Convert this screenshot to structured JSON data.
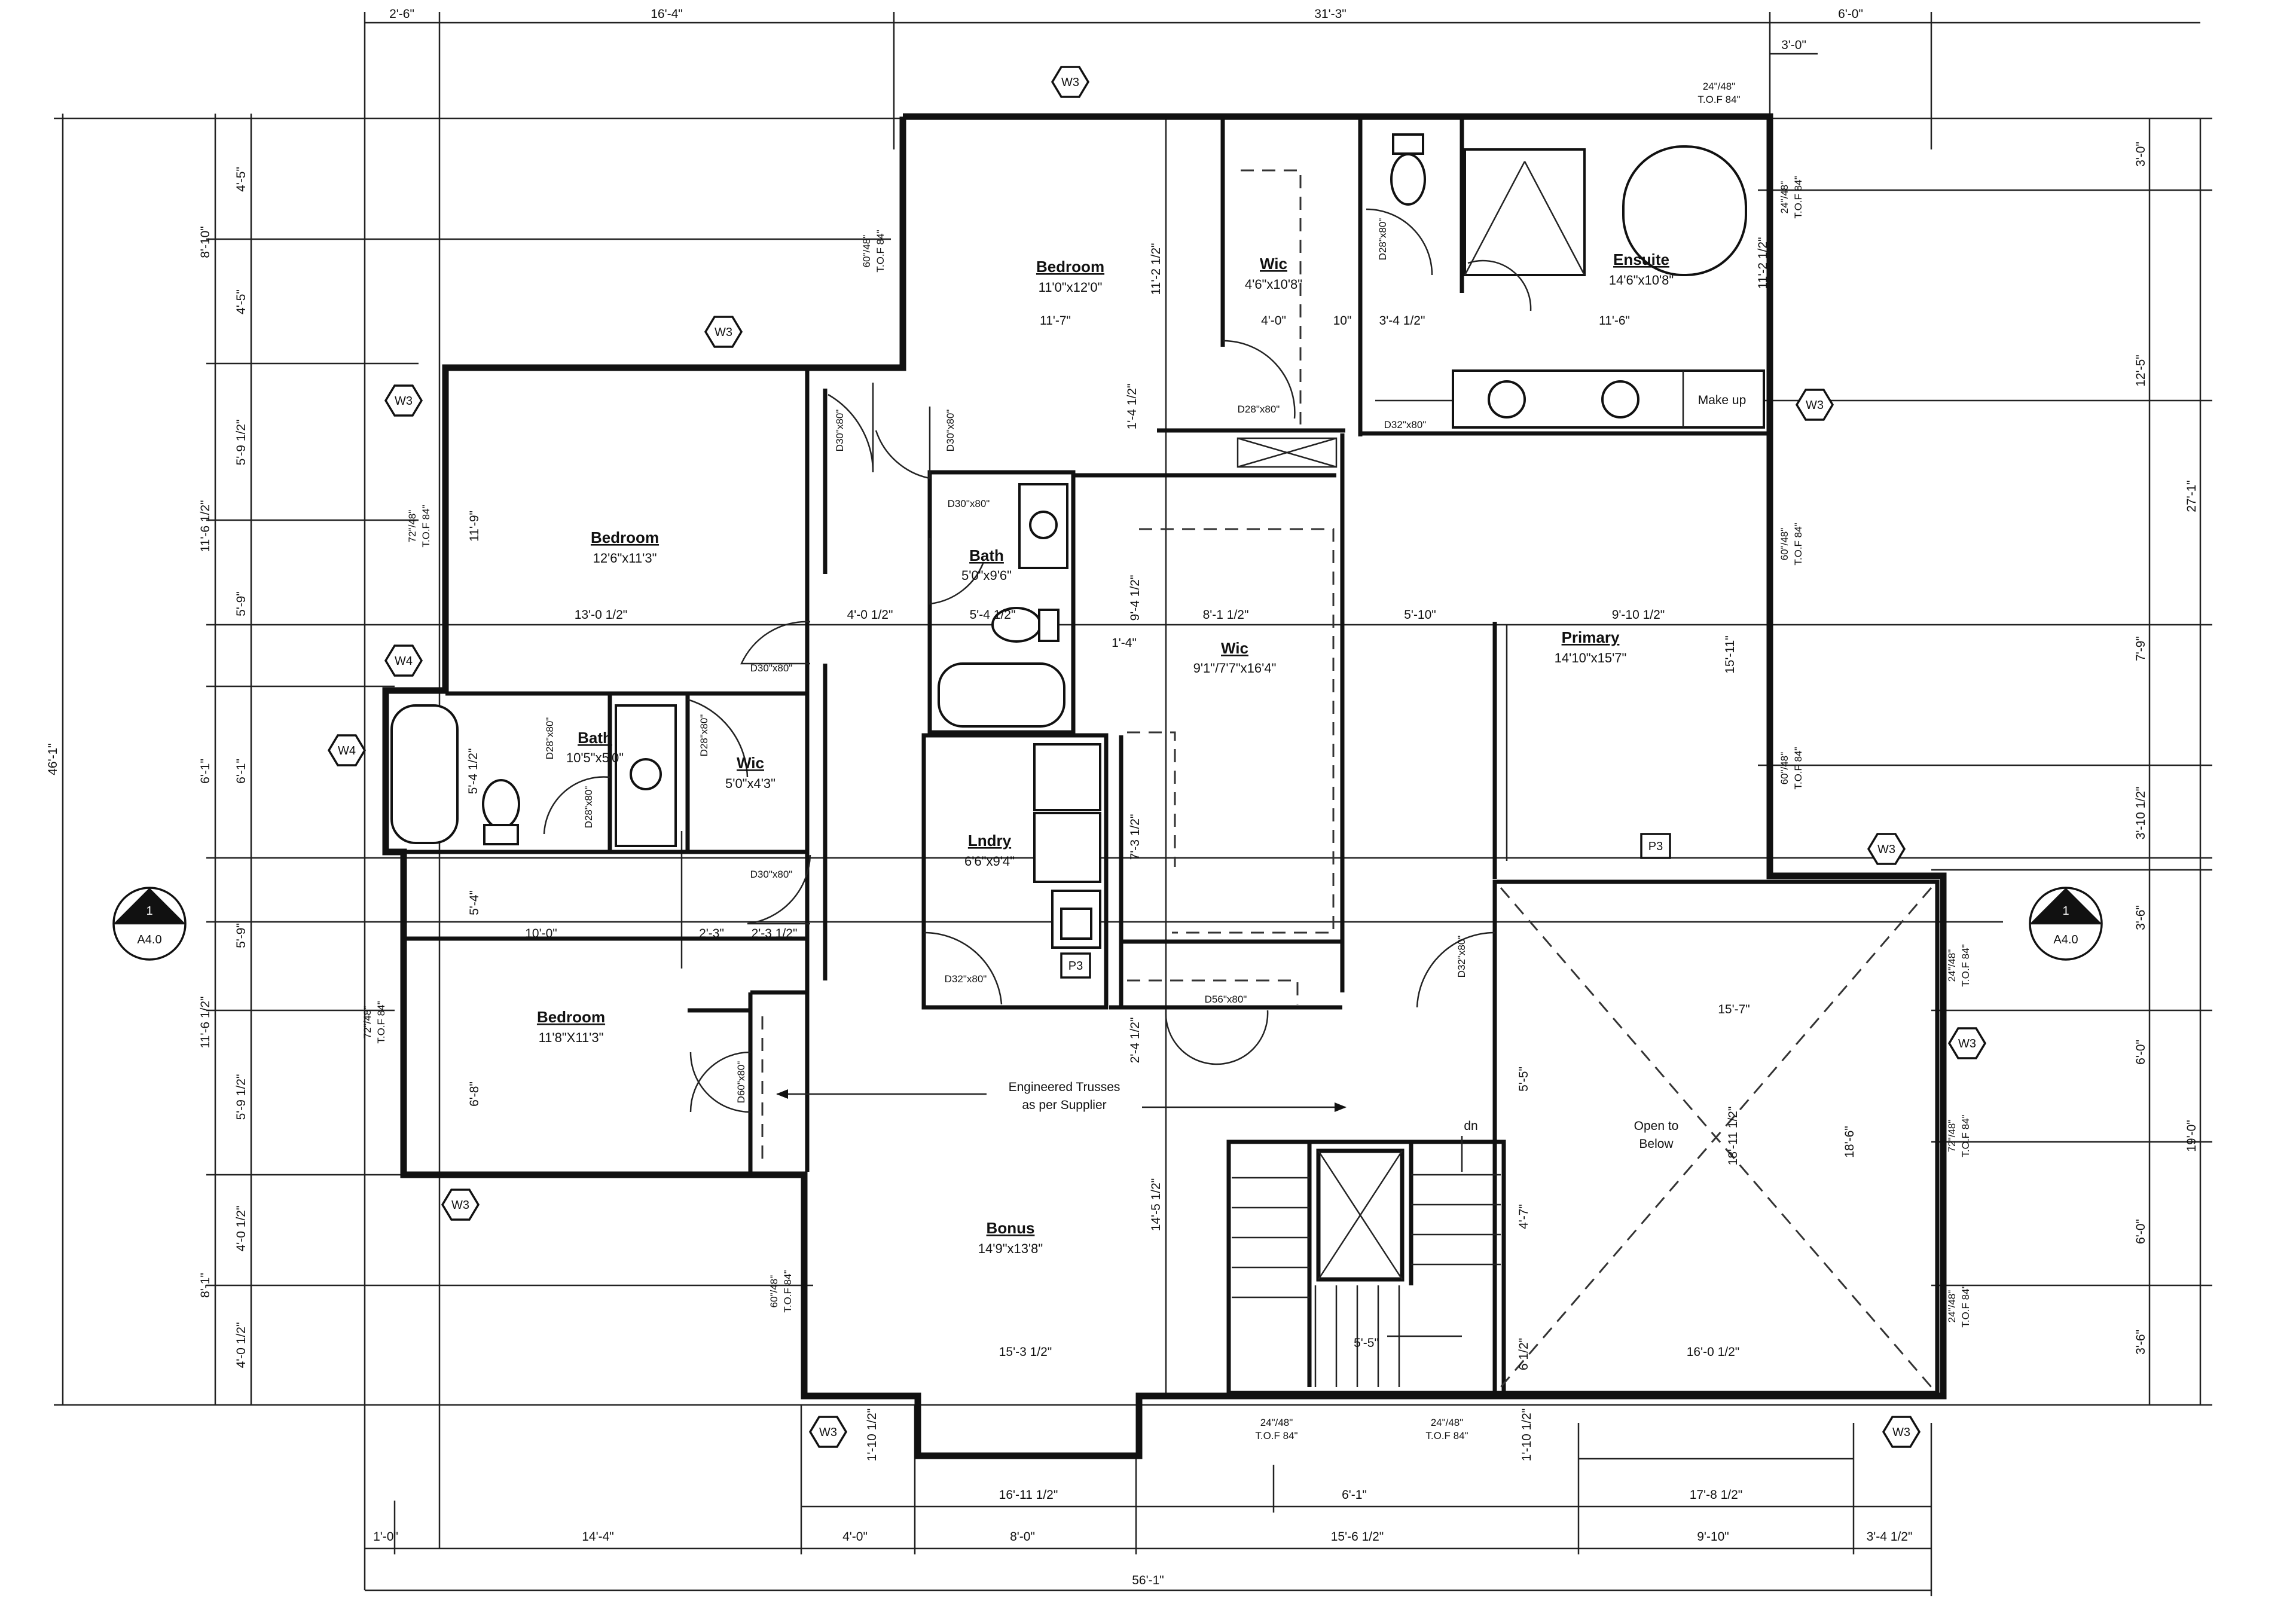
{
  "rooms": {
    "bedroom_ne": {
      "name": "Bedroom",
      "size": "11'0\"x12'0\""
    },
    "wic_top": {
      "name": "Wic",
      "size": "4'6\"x10'8\""
    },
    "ensuite": {
      "name": "Ensuite",
      "size": "14'6\"x10'8\""
    },
    "bedroom_w": {
      "name": "Bedroom",
      "size": "12'6\"x11'3\""
    },
    "bath_mid": {
      "name": "Bath",
      "size": "5'0\"x9'6\""
    },
    "wic_mid": {
      "name": "Wic",
      "size": "9'1\"/7'7\"x16'4\""
    },
    "primary": {
      "name": "Primary",
      "size": "14'10\"x15'7\""
    },
    "bath_w": {
      "name": "Bath",
      "size": "10'5\"x5'0\""
    },
    "wic_w": {
      "name": "Wic",
      "size": "5'0\"x4'3\""
    },
    "lndry": {
      "name": "Lndry",
      "size": "6'6\"x9'4\""
    },
    "bedroom_sw": {
      "name": "Bedroom",
      "size": "11'8\"X11'3\""
    },
    "bonus": {
      "name": "Bonus",
      "size": "14'9\"x13'8\""
    }
  },
  "notes": {
    "trusses_1": "Engineered Trusses",
    "trusses_2": "as per Supplier",
    "open_1": "Open to",
    "open_2": "Below",
    "makeup": "Make up",
    "dn": "dn"
  },
  "section_marker": {
    "number": "1",
    "sheet": "A4.0"
  },
  "tags": {
    "w3": "W3",
    "w4": "W4",
    "p3": "P3"
  },
  "windows": {
    "w24_line1": "24\"/48\"",
    "w24_line2": "T.O.F 84\"",
    "w60_line1": "60\"/48\"",
    "w60_line2": "T.O.F 84\"",
    "w72_line1": "72\"/48\"",
    "w72_line2": "T.O.F 84\""
  },
  "doors": {
    "d28": "D28\"x80\"",
    "d30": "D30\"x80\"",
    "d32": "D32\"x80\"",
    "d56": "D56\"x80\"",
    "d60": "D60\"x80\""
  },
  "dims_top": [
    "2'-6\"",
    "16'-4\"",
    "31'-3\"",
    "6'-0\"",
    "3'-0\""
  ],
  "dims_bottom_1": [
    "16'-11 1/2\"",
    "6'-1\"",
    "17'-8 1/2\""
  ],
  "dims_bottom_2": [
    "1'-0\"",
    "14'-4\"",
    "4'-0\"",
    "8'-0\"",
    "15'-6 1/2\"",
    "9'-10\"",
    "3'-4 1/2\""
  ],
  "dims_bottom_total": "56'-1\"",
  "dims_left_outer": "46'-1\"",
  "dims_left_mid": [
    "8'-10\"",
    "11'-6 1/2\"",
    "6'-1\"",
    "11'-6 1/2\"",
    "8'-1\""
  ],
  "dims_left_inner": [
    "4'-5\"",
    "4'-5\"",
    "5'-9 1/2\"",
    "5'-9\"",
    "6'-1\"",
    "5'-9\"",
    "5'-9 1/2\"",
    "4'-0 1/2\"",
    "4'-0 1/2\""
  ],
  "dims_right_outer": [
    "27'-1\"",
    "19'-0\""
  ],
  "dims_right_inner": [
    "3'-0\"",
    "12'-5\"",
    "7'-9\"",
    "3'-10 1/2\"",
    "3'-6\"",
    "6'-0\"",
    "6'-0\"",
    "3'-6\""
  ],
  "dims_interior": {
    "bed_ne_w": "11'-7\"",
    "bed_ne_h": "11'-2 1/2\"",
    "wic_top_w": "4'-0\"",
    "gap_10": "10\"",
    "ens_w1": "3'-4 1/2\"",
    "ens_w2": "11'-6\"",
    "ens_h": "11'-2 1/2\"",
    "hall_h": "1'-4 1/2\"",
    "bed_w_w": "13'-0 1/2\"",
    "bed_w_h": "11'-9\"",
    "hall_w": "4'-0 1/2\"",
    "bath_w": "5'-4 1/2\"",
    "wic_mid_h": "9'-4 1/2\"",
    "wic_mid_w": "8'-1 1/2\"",
    "wic_mid_2": "1'-4\"",
    "prim_w1": "5'-10\"",
    "prim_w2": "9'-10 1/2\"",
    "prim_h": "15'-11\"",
    "bath_w_h": "5'-4 1/2\"",
    "lnd_h": "7'-3 1/2\"",
    "bed_sw_w": "10'-0\"",
    "bed_sw_2": "2'-3\"",
    "bed_sw_3": "2'-3 1/2\"",
    "bed_sw_h1": "5'-4\"",
    "bed_sw_h2": "6'-8\"",
    "stair_h": "2'-4 1/2\"",
    "bonus_h": "14'-5 1/2\"",
    "bonus_w": "15'-3 1/2\"",
    "open_w": "15'-7\"",
    "open_h1": "5'-5\"",
    "open_h2": "18'-11 1/2\"",
    "open_h3": "18'-6\"",
    "open_w2": "16'-0 1/2\"",
    "stair_w": "4'-7\"",
    "stair_2": "5'-5\"",
    "stair_3": "6 1/2\"",
    "bottom_1": "1'-10 1/2\"",
    "bottom_2": "1'-10 1/2\""
  }
}
